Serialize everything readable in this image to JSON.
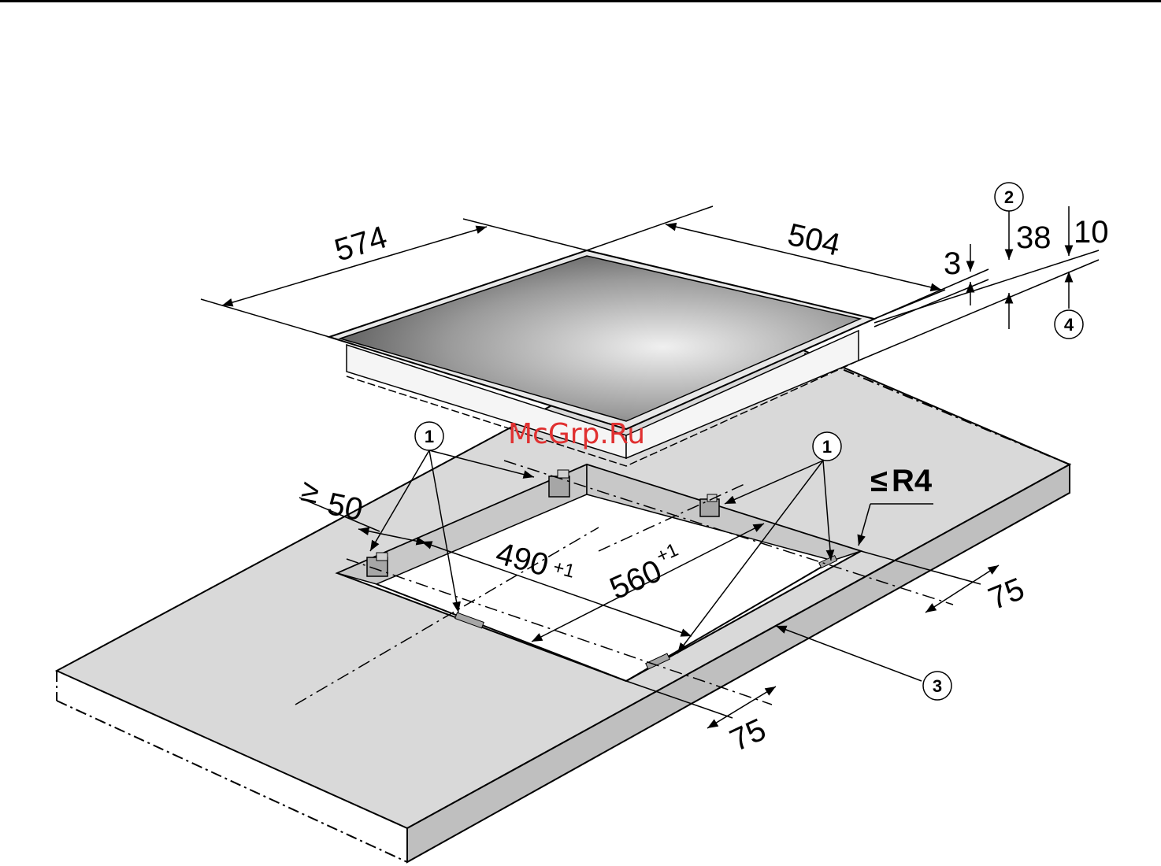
{
  "dimensions": {
    "hob_width": "574",
    "hob_depth": "504",
    "glass_thickness": "3",
    "overall_height": "38",
    "worktop_clearance": "10",
    "min_front_distance": "50",
    "min_front_symbol": "≥",
    "cutout_depth": "490",
    "cutout_depth_tol": "+1",
    "cutout_width": "560",
    "cutout_width_tol": "+1",
    "side_margin_right": "75",
    "side_margin_front": "75",
    "corner_radius": "R4",
    "corner_radius_symbol": "≤"
  },
  "callouts": {
    "clips_left": "1",
    "clips_right": "1",
    "height_ref": "2",
    "worktop": "3",
    "clearance_ref": "4"
  },
  "watermark": "McGrp.Ru",
  "colors": {
    "worktop_top": "#d9d9d9",
    "worktop_edge": "#bfbfbf",
    "cutout_wall": "#c8c8c8",
    "clip": "#a6a6a6",
    "glass_dark": "#4a4a4a",
    "glass_light": "#f0f0f0",
    "watermark": "#e03030"
  }
}
